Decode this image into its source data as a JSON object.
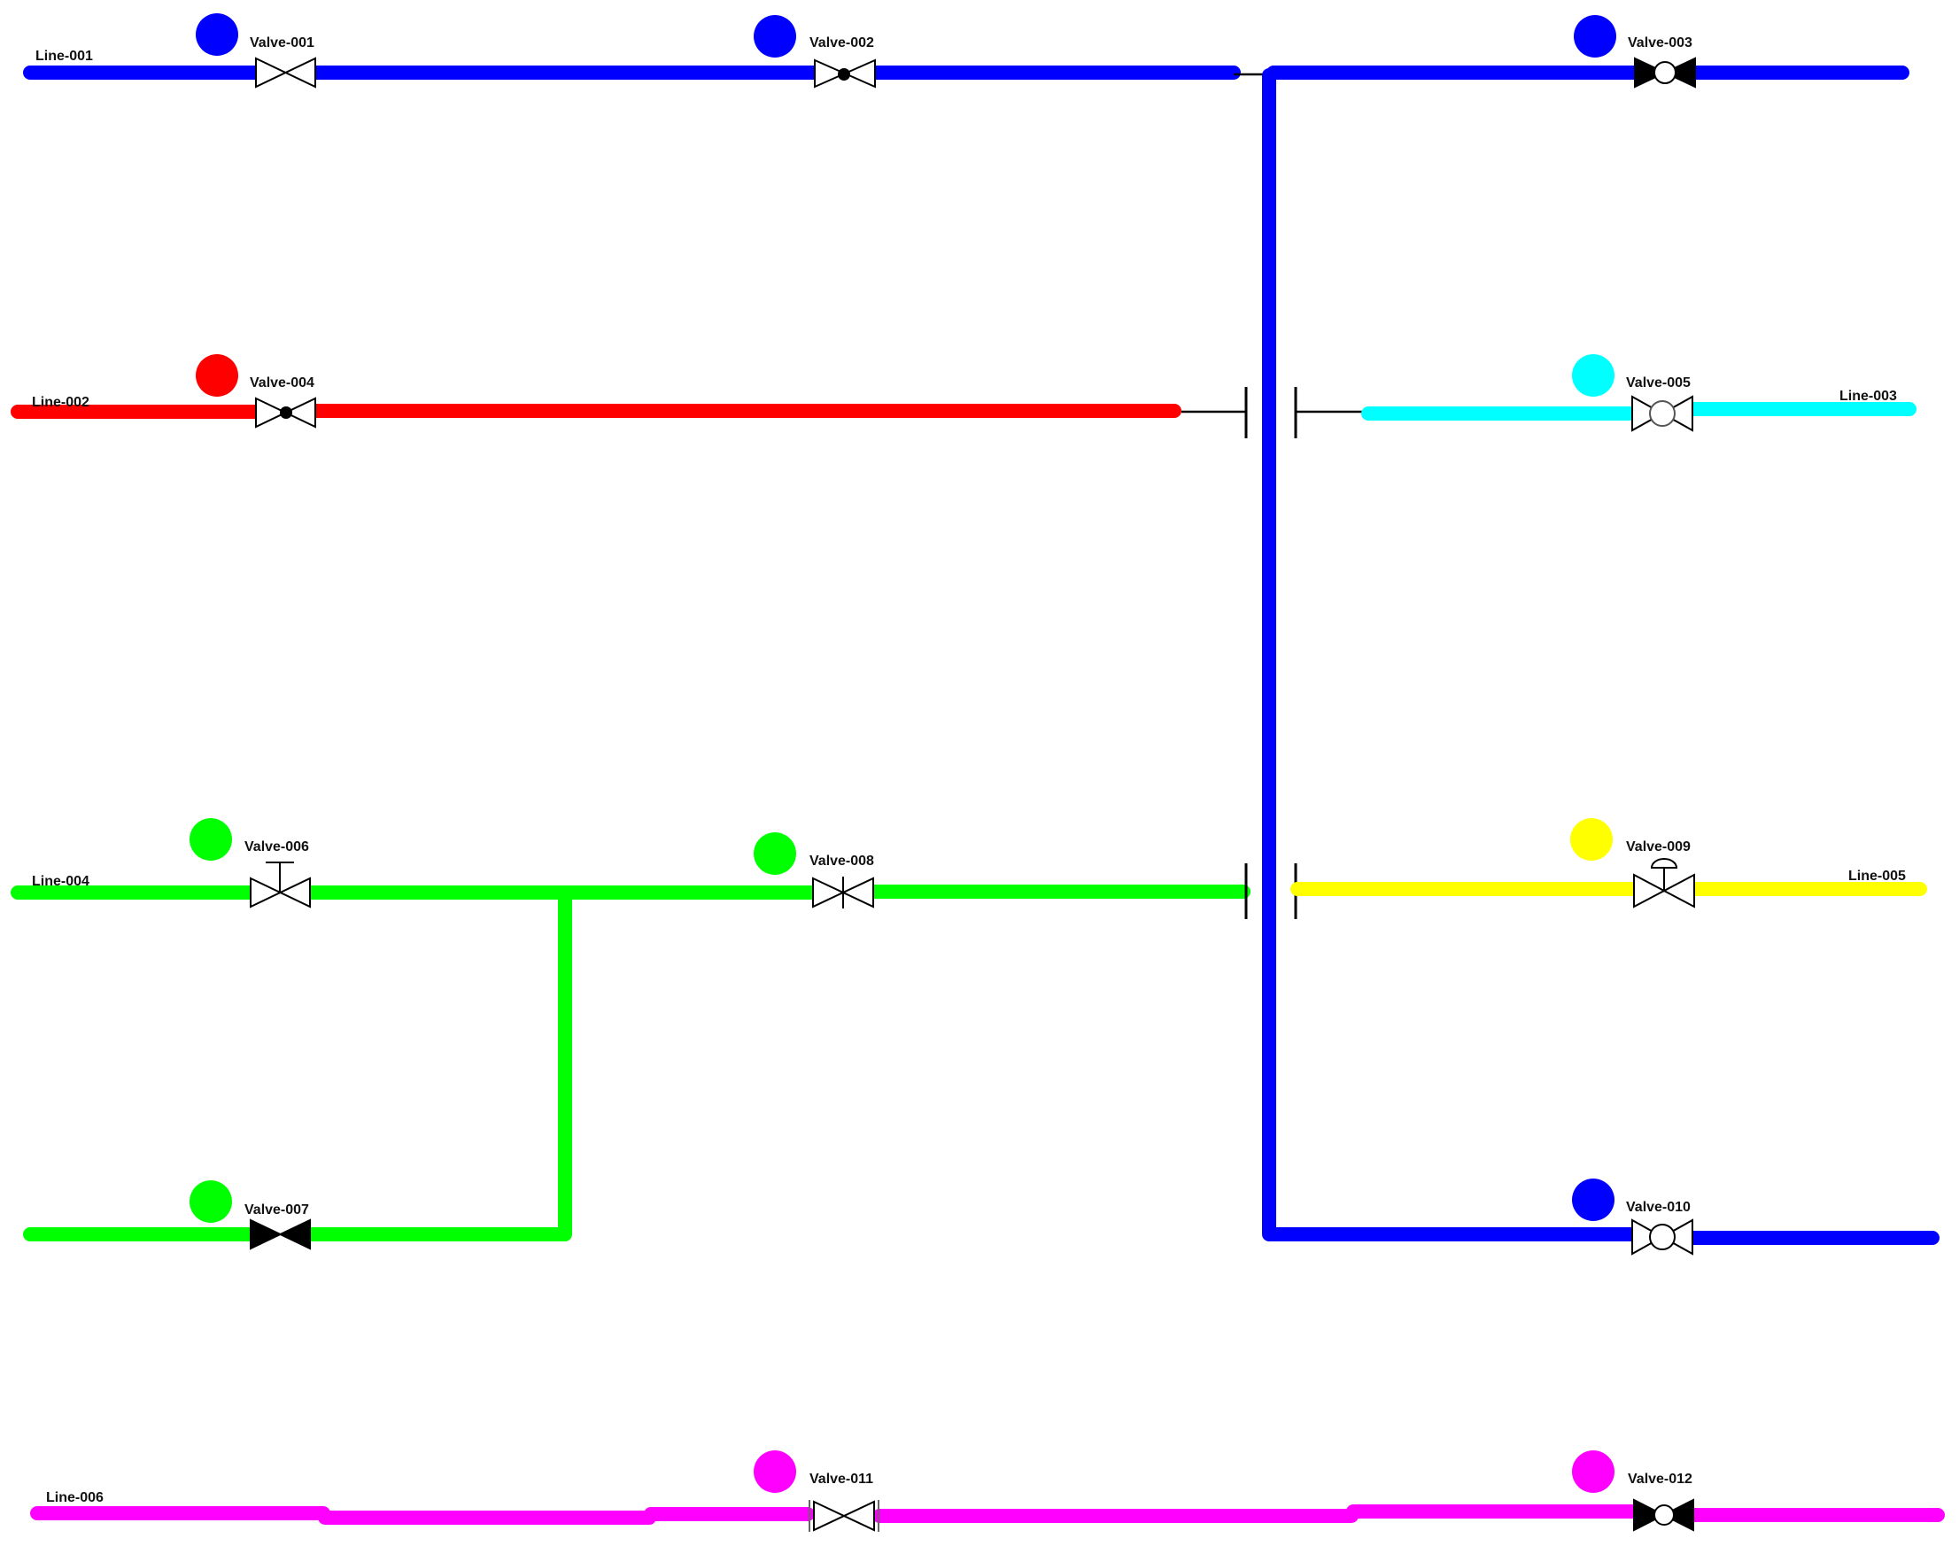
{
  "diagram": {
    "lines": [
      {
        "id": "Line-001",
        "label": "Line-001",
        "color": "#0000ff"
      },
      {
        "id": "Line-002",
        "label": "Line-002",
        "color": "#ff0000"
      },
      {
        "id": "Line-003",
        "label": "Line-003",
        "color": "#00ffff"
      },
      {
        "id": "Line-004",
        "label": "Line-004",
        "color": "#00ff00"
      },
      {
        "id": "Line-005",
        "label": "Line-005",
        "color": "#ffff00"
      },
      {
        "id": "Line-006",
        "label": "Line-006",
        "color": "#ff00ff"
      },
      {
        "id": "vertical-main",
        "label": "",
        "color": "#0000ff"
      }
    ],
    "valves": [
      {
        "label": "Valve-001",
        "type": "gate",
        "indicator": "#0000ff"
      },
      {
        "label": "Valve-002",
        "type": "globe",
        "indicator": "#0000ff"
      },
      {
        "label": "Valve-003",
        "type": "ball-closed",
        "indicator": "#0000ff"
      },
      {
        "label": "Valve-004",
        "type": "globe",
        "indicator": "#ff0000"
      },
      {
        "label": "Valve-005",
        "type": "ball",
        "indicator": "#00ffff"
      },
      {
        "label": "Valve-006",
        "type": "manual",
        "indicator": "#00ff00"
      },
      {
        "label": "Valve-007",
        "type": "gate-closed",
        "indicator": "#00ff00"
      },
      {
        "label": "Valve-008",
        "type": "needle",
        "indicator": "#00ff00"
      },
      {
        "label": "Valve-009",
        "type": "actuated",
        "indicator": "#ffff00"
      },
      {
        "label": "Valve-010",
        "type": "ball",
        "indicator": "#0000ff"
      },
      {
        "label": "Valve-011",
        "type": "flanged",
        "indicator": "#ff00ff"
      },
      {
        "label": "Valve-012",
        "type": "ball-closed",
        "indicator": "#ff00ff"
      }
    ]
  }
}
